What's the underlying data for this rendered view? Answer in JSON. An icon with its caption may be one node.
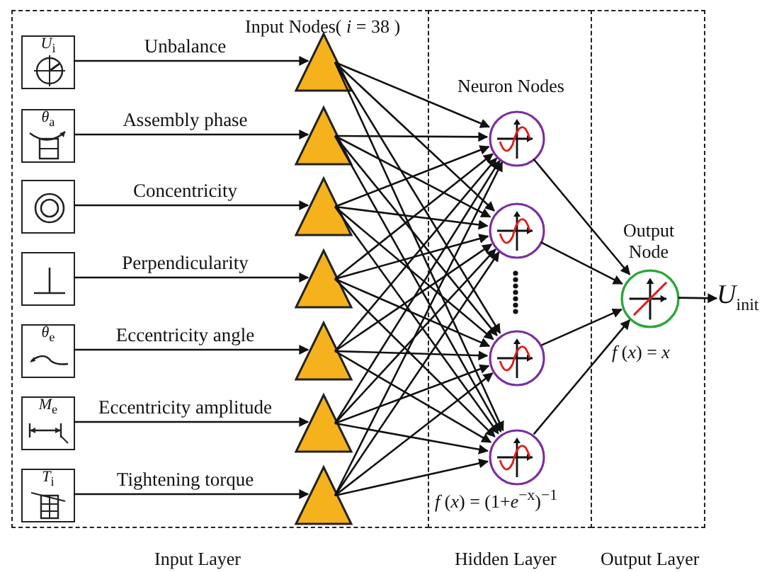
{
  "diagram": {
    "nodes": [
      {
        "text": [
          "Input Nodes( *i* = 38 )",
          "Input Layer"
        ]
      },
      {
        "text": [
          "Neuron Nodes",
          "*f* (*x*) = (1+*e*$^{−x}$)$^{−1}$",
          "Hidden Layer"
        ]
      },
      {
        "text": [
          "Output Node",
          "*f* (*x*) = *x*",
          "Output Layer"
        ]
      },
      {
        "text": [
          "*U*$_{i}$"
        ],
        "in": 0
      },
      {
        "text": [
          "*θ*$_{a}$"
        ],
        "in": 0
      },
      {
        "text": [],
        "shape": "box",
        "in": 0
      },
      {
        "text": [],
        "shape": "box",
        "in": 0
      },
      {
        "text": [
          "*θ*$_{e}$"
        ],
        "in": 0
      },
      {
        "text": [
          "*M*$_{e}$"
        ],
        "in": 0
      },
      {
        "text": [
          "*T*$_{i}$"
        ],
        "in": 0
      },
      {
        "text": [],
        "shape": "triangle",
        "in": 0
      },
      {
        "text": [],
        "shape": "triangle",
        "in": 0
      },
      {
        "text": [],
        "shape": "triangle",
        "in": 0
      },
      {
        "text": [],
        "shape": "triangle",
        "in": 0
      },
      {
        "text": [],
        "shape": "triangle",
        "in": 0
      },
      {
        "text": [],
        "shape": "triangle",
        "in": 0
      },
      {
        "text": [],
        "shape": "triangle",
        "in": 0
      },
      {
        "text": [],
        "shape": "circle",
        "in": 1
      },
      {
        "text": [],
        "shape": "circle",
        "in": 1
      },
      {
        "text": [],
        "shape": "circle",
        "in": 1
      },
      {
        "text": [],
        "shape": "circle",
        "in": 1
      },
      {
        "text": [],
        "shape": "circle",
        "in": 2
      },
      {
        "text": [
          "*U*$_{init}$"
        ]
      }
    ],
    "edges": [
      {
        "from": 3,
        "to": 10,
        "arrow": "to",
        "label": "Unbalance"
      },
      {
        "from": 4,
        "to": 11,
        "arrow": "to",
        "label": "Assembly phase"
      },
      {
        "from": 5,
        "to": 12,
        "arrow": "to",
        "label": "Concentricity"
      },
      {
        "from": 6,
        "to": 13,
        "arrow": "to",
        "label": "Perpendicularity"
      },
      {
        "from": 7,
        "to": 14,
        "arrow": "to",
        "label": "Eccentricity angle"
      },
      {
        "from": 8,
        "to": 15,
        "arrow": "to",
        "label": "Eccentricity amplitude"
      },
      {
        "from": 9,
        "to": 16,
        "arrow": "to",
        "label": "Tightening torque"
      },
      {
        "from": 10,
        "to": 17,
        "arrow": "to"
      },
      {
        "from": 10,
        "to": 18,
        "arrow": "to"
      },
      {
        "from": 10,
        "to": 19,
        "arrow": "to"
      },
      {
        "from": 10,
        "to": 20,
        "arrow": "to"
      },
      {
        "from": 11,
        "to": 17,
        "arrow": "to"
      },
      {
        "from": 11,
        "to": 18,
        "arrow": "to"
      },
      {
        "from": 11,
        "to": 19,
        "arrow": "to"
      },
      {
        "from": 11,
        "to": 20,
        "arrow": "to"
      },
      {
        "from": 12,
        "to": 17,
        "arrow": "to"
      },
      {
        "from": 12,
        "to": 18,
        "arrow": "to"
      },
      {
        "from": 12,
        "to": 19,
        "arrow": "to"
      },
      {
        "from": 12,
        "to": 20,
        "arrow": "to"
      },
      {
        "from": 13,
        "to": 17,
        "arrow": "to"
      },
      {
        "from": 13,
        "to": 18,
        "arrow": "to"
      },
      {
        "from": 13,
        "to": 19,
        "arrow": "to"
      },
      {
        "from": 13,
        "to": 20,
        "arrow": "to"
      },
      {
        "from": 14,
        "to": 17,
        "arrow": "to"
      },
      {
        "from": 14,
        "to": 18,
        "arrow": "to"
      },
      {
        "from": 14,
        "to": 19,
        "arrow": "to"
      },
      {
        "from": 14,
        "to": 20,
        "arrow": "to"
      },
      {
        "from": 15,
        "to": 17,
        "arrow": "to"
      },
      {
        "from": 15,
        "to": 18,
        "arrow": "to"
      },
      {
        "from": 15,
        "to": 19,
        "arrow": "to"
      },
      {
        "from": 15,
        "to": 20,
        "arrow": "to"
      },
      {
        "from": 16,
        "to": 17,
        "arrow": "to"
      },
      {
        "from": 16,
        "to": 18,
        "arrow": "to"
      },
      {
        "from": 16,
        "to": 19,
        "arrow": "to"
      },
      {
        "from": 16,
        "to": 20,
        "arrow": "to"
      },
      {
        "from": 17,
        "to": 21,
        "arrow": "to"
      },
      {
        "from": 18,
        "to": 21,
        "arrow": "to"
      },
      {
        "from": 19,
        "to": 21,
        "arrow": "to"
      },
      {
        "from": 20,
        "to": 21,
        "arrow": "to"
      },
      {
        "from": 21,
        "to": 22,
        "arrow": "to"
      }
    ]
  }
}
